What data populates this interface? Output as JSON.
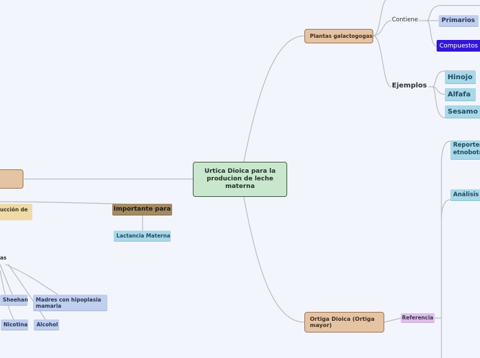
{
  "central": "Urtica Dioica para la producion de leche materna",
  "right_top": {
    "main": "Plantas galactogogas",
    "contiene": {
      "label": "Contiene",
      "items": [
        "Primarios",
        "Compuestos q"
      ]
    },
    "ejemplos": {
      "label": "Ejemplos",
      "items": [
        "Hinojo",
        "Alfafa",
        "Sesamo"
      ]
    }
  },
  "right_bottom": {
    "main": "Ortiga Dioica (Ortiga mayor)",
    "referencia": "Referencia",
    "items": [
      "Reportes etnobota",
      "Análisis"
    ]
  },
  "left": {
    "importante": "Importante para",
    "lactancia": "Lactancia Materna",
    "cream": "ucción de",
    "partial_label": "as",
    "items": [
      "Sheehan",
      "Madres con hipoplasia mamaria",
      "Nicotina",
      "Alcohol"
    ]
  },
  "colors": {
    "background": "#f3f5fd",
    "central": "#c8e7cc",
    "main": "#e6c3a3",
    "connector": "#b9bcc4"
  }
}
